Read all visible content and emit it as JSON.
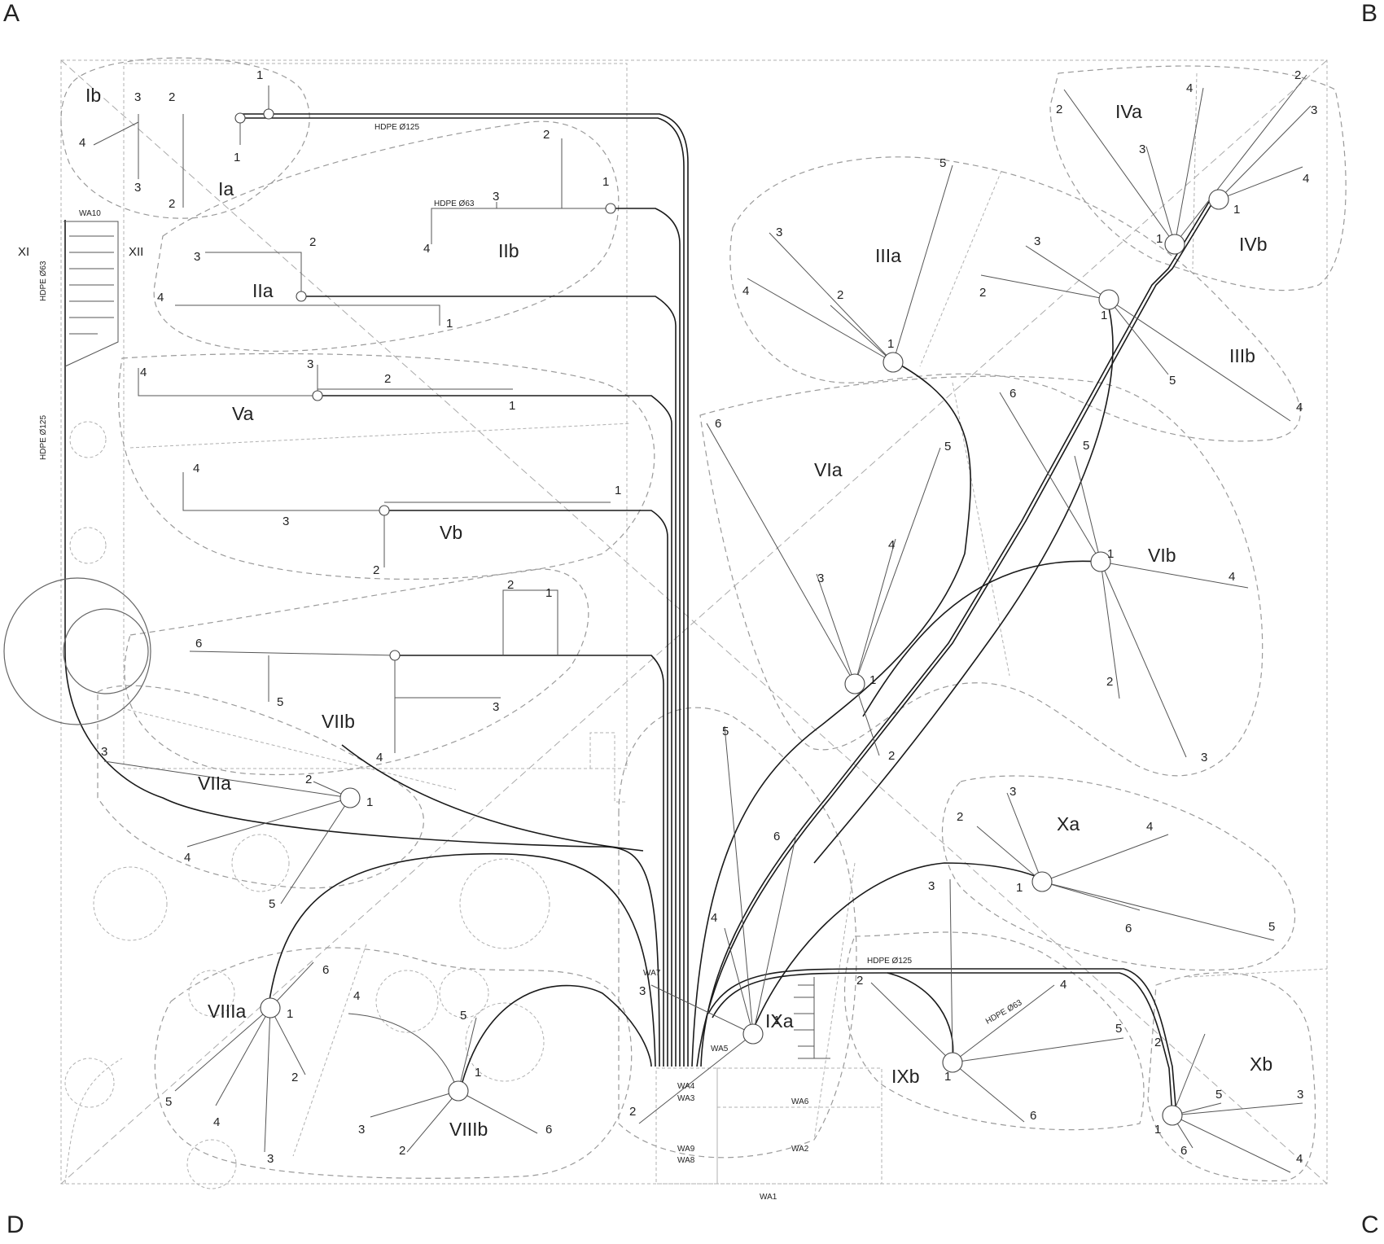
{
  "corners": {
    "a": "A",
    "b": "B",
    "c": "C",
    "d": "D"
  },
  "zones": [
    {
      "id": "ib",
      "label": "Ib"
    },
    {
      "id": "ia",
      "label": "Ia"
    },
    {
      "id": "iib",
      "label": "IIb"
    },
    {
      "id": "iia",
      "label": "IIa"
    },
    {
      "id": "va",
      "label": "Va"
    },
    {
      "id": "vb",
      "label": "Vb"
    },
    {
      "id": "viib",
      "label": "VIIb"
    },
    {
      "id": "viia",
      "label": "VIIa"
    },
    {
      "id": "viiia",
      "label": "VIIIa"
    },
    {
      "id": "viiib",
      "label": "VIIIb"
    },
    {
      "id": "ixa",
      "label": "IXa"
    },
    {
      "id": "ixb",
      "label": "IXb"
    },
    {
      "id": "xa",
      "label": "Xa"
    },
    {
      "id": "xb",
      "label": "Xb"
    },
    {
      "id": "iiia",
      "label": "IIIa"
    },
    {
      "id": "iiib",
      "label": "IIIb"
    },
    {
      "id": "iva",
      "label": "IVa"
    },
    {
      "id": "ivb",
      "label": "IVb"
    },
    {
      "id": "via",
      "label": "VIa"
    },
    {
      "id": "vib",
      "label": "VIb"
    },
    {
      "id": "xi",
      "label": "XI"
    },
    {
      "id": "xii",
      "label": "XII"
    }
  ],
  "pipe_labels": {
    "hdpe125_top": "HDPE Ø125",
    "hdpe63_iib": "HDPE Ø63",
    "hdpe63_left": "HDPE Ø63",
    "hdpe125_left": "HDPE Ø125",
    "hdpe125_bottom": "HDPE Ø125",
    "hdpe63_ixb": "HDPE Ø63"
  },
  "valve_labels": {
    "wa1": "WA1",
    "wa2": "WA2",
    "wa3": "WA3",
    "wa4": "WA4",
    "wa5": "WA5",
    "wa6": "WA6",
    "wa7": "WA7",
    "wa8": "WA8",
    "wa9": "WA9",
    "wa10": "WA10"
  },
  "point_numbers": [
    "1",
    "2",
    "3",
    "4",
    "5",
    "6"
  ]
}
